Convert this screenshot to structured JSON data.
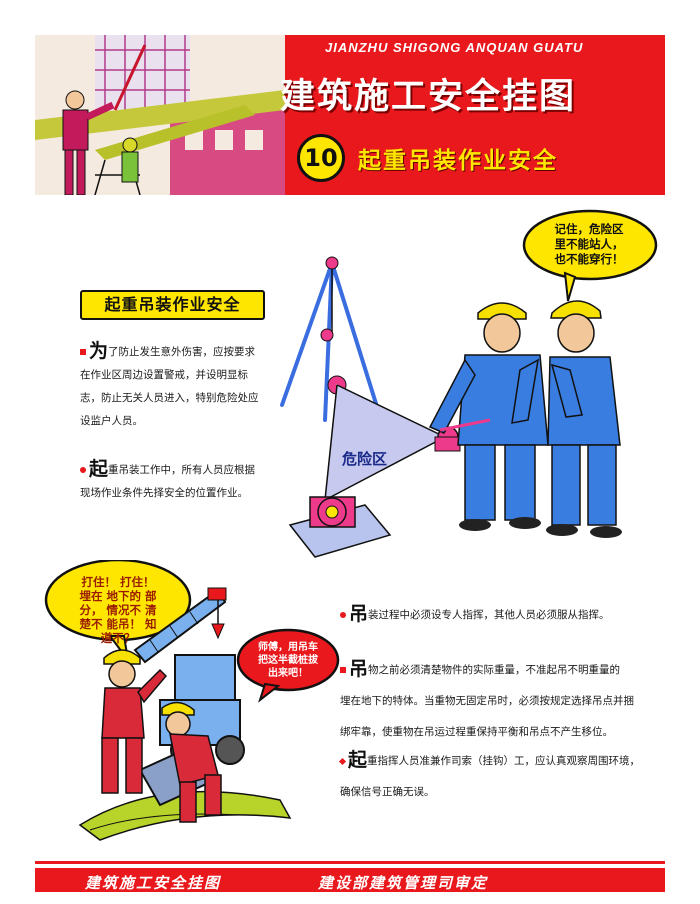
{
  "header": {
    "pinyin": "JIANZHU SHIGONG ANQUAN GUATU",
    "title": "建筑施工安全挂图",
    "number": "10",
    "subtitle": "起重吊装作业安全"
  },
  "section_label": "起重吊装作业安全",
  "paragraphs_top": [
    {
      "lead": "为",
      "lines": [
        "了防止发生意外伤害，应按要求",
        "在作业区周边设置警戒，并设明显标",
        "志，防止无关人员进入，特别危险处应",
        "设监户人员。"
      ]
    },
    {
      "lead": "起",
      "lines": [
        "重吊装工作中，所有人员应根据",
        "现场作业条件先择安全的位置作业。"
      ]
    }
  ],
  "paragraphs_bottom": [
    {
      "lead": "吊",
      "lines": [
        "装过程中必须设专人指挥，其他人员必须服从指挥。"
      ]
    },
    {
      "lead": "吊",
      "lines": [
        "物之前必须清楚物件的实际重量，不准起吊不明重量的",
        "埋在地下的特体。当重物无固定吊时，必须按规定选择吊点并捆",
        "绑牢靠，使重物在吊运过程重保持平衡和吊点不产生移位。"
      ]
    },
    {
      "lead": "起",
      "lines": [
        "重指挥人员准兼作司索（挂钩）工，应认真观察周围环境，",
        "确保信号正确无误。"
      ]
    }
  ],
  "bubbles": {
    "top_right": [
      "记住，危险区",
      "里不能站人，",
      "也不能穿行！"
    ],
    "left": [
      "打住！ 打住！",
      "埋在  地下的 部",
      "分，  情况不 清",
      "楚不  能吊！ 知",
      "道不？"
    ],
    "right": [
      "师傅，用吊车",
      "把这半截桩拔",
      "出来吧！"
    ]
  },
  "danger_zone_label": "危险区",
  "footer": {
    "left": "建筑施工安全挂图",
    "right": "建设部建筑管理司审定"
  },
  "colors": {
    "primary_red": "#e8181c",
    "accent_yellow": "#ffe600",
    "worker_blue": "#3a7de0",
    "worker_red": "#d92a3a",
    "helmet_yellow": "#f5e000"
  }
}
